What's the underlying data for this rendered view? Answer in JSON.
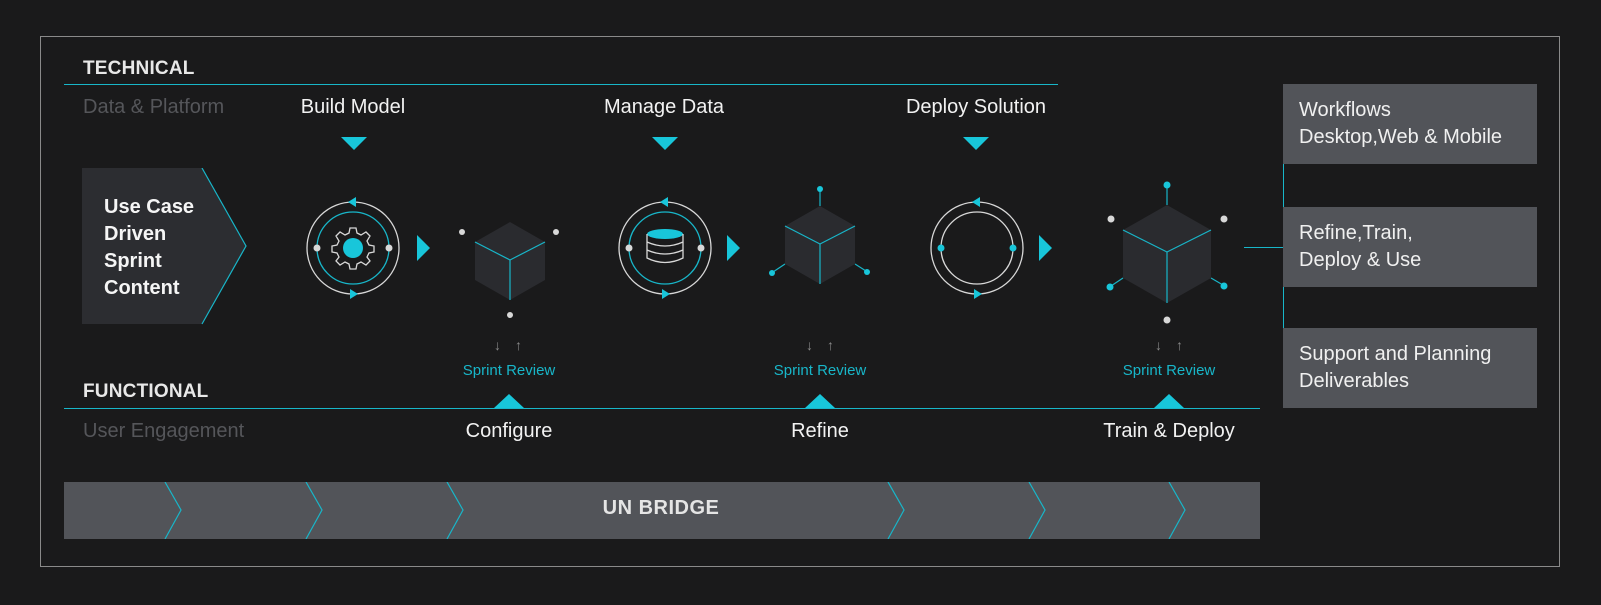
{
  "technical": {
    "title": "TECHNICAL",
    "subtitle": "Data & Platform",
    "steps": [
      "Build Model",
      "Manage Data",
      "Deploy Solution"
    ]
  },
  "use_case": {
    "line1": "Use Case",
    "line2": "Driven",
    "line3": "Sprint",
    "line4": "Content"
  },
  "sprint_review": [
    "Sprint Review",
    "Sprint Review",
    "Sprint Review"
  ],
  "functional": {
    "title": "FUNCTIONAL",
    "subtitle": "User Engagement",
    "steps": [
      "Configure",
      "Refine",
      "Train & Deploy"
    ]
  },
  "bridge": {
    "label": "UN BRIDGE"
  },
  "outputs": [
    {
      "line1": "Workflows",
      "line2": "Desktop,Web & Mobile"
    },
    {
      "line1": "Refine,Train,",
      "line2": "Deploy & Use"
    },
    {
      "line1": "Support and Planning",
      "line2": "Deliverables"
    }
  ],
  "colors": {
    "accent": "#18c6da",
    "background": "#1a1a1b",
    "panel": "#525459",
    "cube": "#2a2b2f"
  },
  "icons": [
    "gear-cycle-icon",
    "cube-icon",
    "database-cycle-icon",
    "cube-icon",
    "circle-cycle-icon",
    "cube-icon"
  ]
}
